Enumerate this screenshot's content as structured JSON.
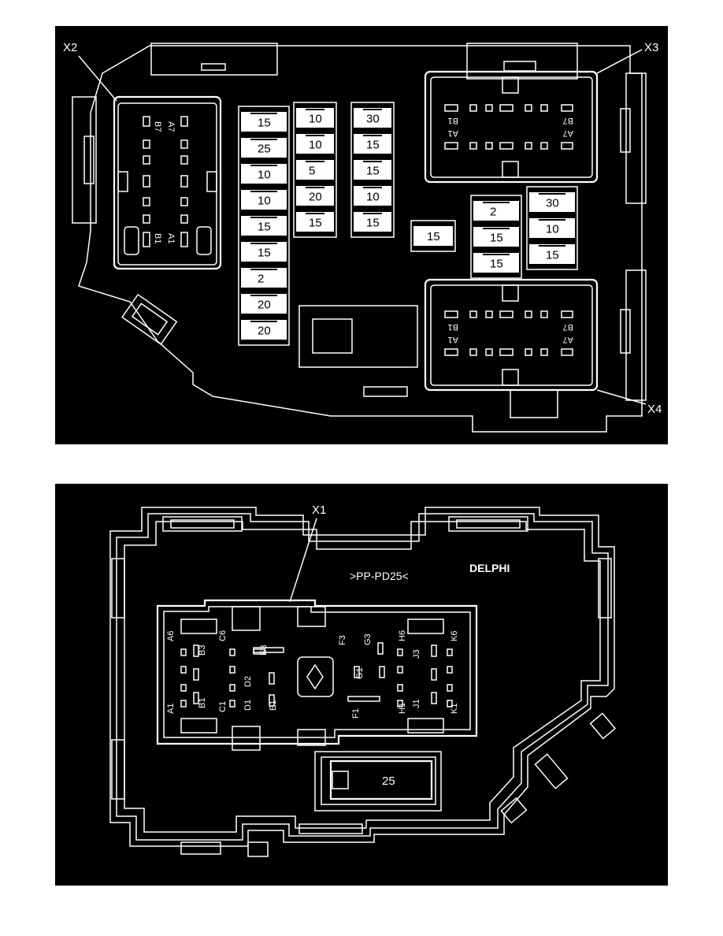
{
  "top_panel": {
    "connectors": {
      "x2": "X2",
      "x3": "X3",
      "x4": "X4"
    },
    "x2_pins": {
      "b7": "B7",
      "a7": "A7",
      "b1": "B1",
      "a1": "A1"
    },
    "x3_pins": {
      "a1": "A1",
      "b1": "B1",
      "b7": "B7",
      "a7": "A7"
    },
    "x4_pins": {
      "a1": "A1",
      "b1": "B1",
      "b7": "B7",
      "a7": "A7"
    },
    "fuse_col_1": [
      "15",
      "25",
      "10",
      "10",
      "15",
      "15",
      "2",
      "20",
      "20"
    ],
    "fuse_col_2": [
      "10",
      "10",
      "5",
      "20",
      "15"
    ],
    "fuse_col_3": [
      "30",
      "15",
      "15",
      "10",
      "15"
    ],
    "fuse_single": "15",
    "fuse_col_4": [
      "2",
      "15",
      "15"
    ],
    "fuse_col_5": [
      "30",
      "10",
      "15"
    ]
  },
  "bottom_panel": {
    "connector": "X1",
    "part_marking": ">PP-PD25<",
    "brand": "DELPHI",
    "fuse": "25",
    "pins": [
      "A6",
      "B3",
      "C6",
      "E3",
      "F3",
      "G3",
      "H6",
      "J3",
      "K6",
      "D2",
      "G1",
      "A1",
      "B1",
      "C1",
      "D1",
      "E1",
      "F1",
      "H1",
      "J1",
      "K1"
    ]
  }
}
